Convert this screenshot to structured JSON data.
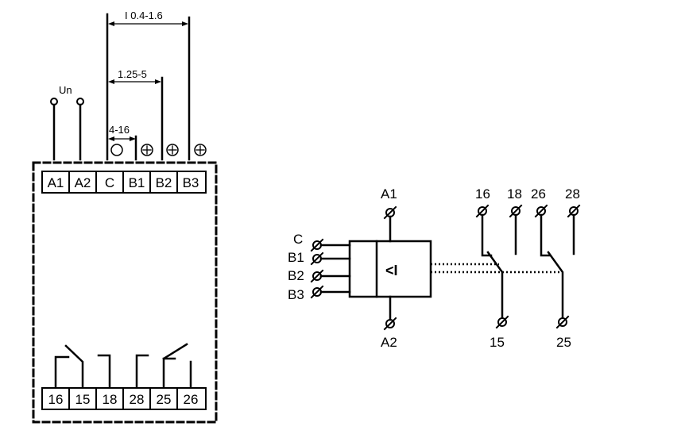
{
  "left": {
    "dimensions": {
      "range_1": "I 0.4-1.6",
      "range_2": "1.25-5",
      "range_3": "4-16"
    },
    "supply_label": "Un",
    "top_terminals": [
      "A1",
      "A2",
      "C",
      "B1",
      "B2",
      "B3"
    ],
    "bottom_terminals": [
      "16",
      "15",
      "18",
      "28",
      "25",
      "26"
    ]
  },
  "right": {
    "coil_top": "A1",
    "coil_bottom": "A2",
    "inputs": [
      "C",
      "B1",
      "B2",
      "B3"
    ],
    "symbol": "<I",
    "contacts_top": [
      "16",
      "18",
      "26",
      "28"
    ],
    "contacts_bottom": [
      "15",
      "25"
    ]
  }
}
